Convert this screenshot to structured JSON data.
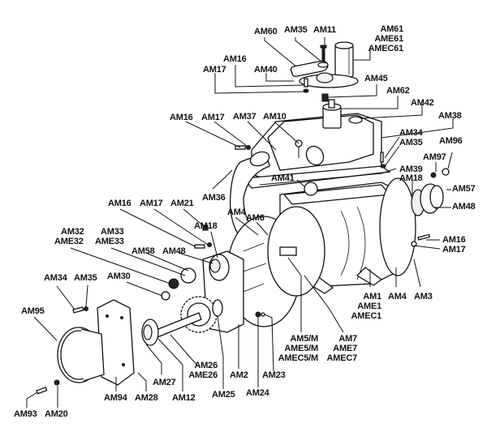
{
  "diagram": {
    "title": "Vacuum pump exploded parts view",
    "labels": {
      "am60": "AM60",
      "am35_top": "AM35",
      "am11": "AM11",
      "am61": "AM61",
      "ame61": "AME61",
      "amec61": "AMEC61",
      "am16_top": "AM16",
      "am17_top": "AM17",
      "am40": "AM40",
      "am45": "AM45",
      "am62": "AM62",
      "am42": "AM42",
      "am38": "AM38",
      "am16_mid": "AM16",
      "am17_mid": "AM17",
      "am37": "AM37",
      "am10": "AM10",
      "am34_right": "AM34",
      "am35_right": "AM35",
      "am97": "AM97",
      "am96": "AM96",
      "am39": "AM39",
      "am18_right": "AM18",
      "am41": "AM41",
      "am36": "AM36",
      "am57": "AM57",
      "am48_right": "AM48",
      "am16_left": "AM16",
      "am17_left": "AM17",
      "am21": "AM21",
      "am18_left": "AM18",
      "am4_top": "AM4",
      "am6": "AM6",
      "am32": "AM32",
      "ame32": "AME32",
      "am33": "AM33",
      "ame33": "AME33",
      "am58": "AM58",
      "am48_left": "AM48",
      "am16_right": "AM16",
      "am17_right": "AM17",
      "am34_left": "AM34",
      "am35_left": "AM35",
      "am30": "AM30",
      "am95": "AM95",
      "am1": "AM1",
      "ame1": "AME1",
      "amec1": "AMEC1",
      "am4_bottom": "AM4",
      "am3": "AM3",
      "am5m": "AM5/M",
      "ame5m": "AME5/M",
      "amec5m": "AMEC5/M",
      "am7": "AM7",
      "ame7": "AME7",
      "amec7": "AMEC7",
      "am26": "AM26",
      "ame26": "AME26",
      "am2": "AM2",
      "am23": "AM23",
      "am27": "AM27",
      "am94": "AM94",
      "am28": "AM28",
      "am12": "AM12",
      "am25": "AM25",
      "am24": "AM24",
      "am93": "AM93",
      "am20": "AM20"
    }
  }
}
